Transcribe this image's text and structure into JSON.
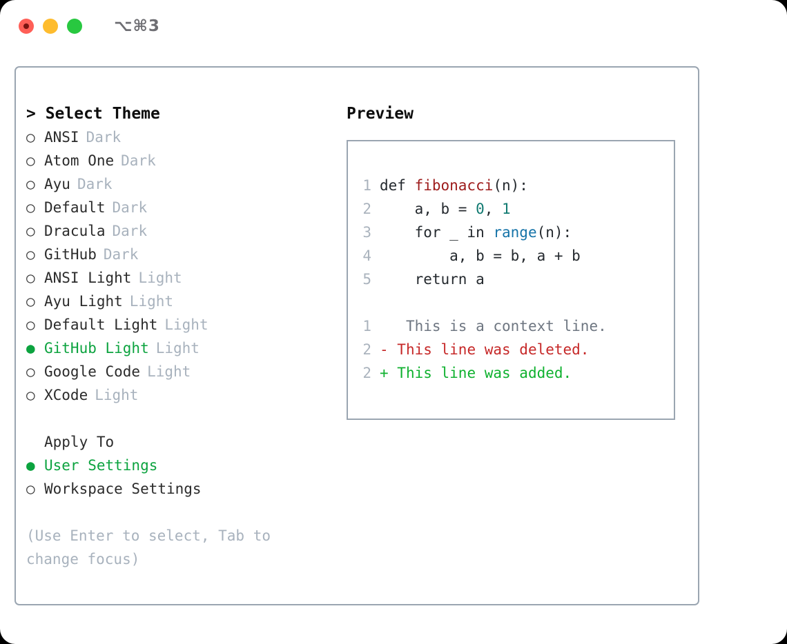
{
  "window": {
    "title": "⌥⌘3",
    "traffic_lights": [
      {
        "name": "close",
        "color": "#ff5f57"
      },
      {
        "name": "minimize",
        "color": "#febc2e"
      },
      {
        "name": "maximize",
        "color": "#28c840"
      }
    ]
  },
  "colors": {
    "accent_selected": "#0ca33f",
    "muted_tag": "#a8b2bd",
    "border": "#9aa5b1",
    "text": "#2b2b2b",
    "diff_add": "#0fb12f",
    "diff_del": "#c62828",
    "diff_ctx": "#6e7681",
    "syntax_function": "#9d1b1b",
    "syntax_number": "#117a71",
    "syntax_call": "#1573a8"
  },
  "theme_panel": {
    "header": "> Select Theme",
    "markers": {
      "selected": "●",
      "unselected": "○"
    },
    "items": [
      {
        "label": "ANSI",
        "tag": "Dark",
        "selected": false
      },
      {
        "label": "Atom One",
        "tag": "Dark",
        "selected": false
      },
      {
        "label": "Ayu",
        "tag": "Dark",
        "selected": false
      },
      {
        "label": "Default",
        "tag": "Dark",
        "selected": false
      },
      {
        "label": "Dracula",
        "tag": "Dark",
        "selected": false
      },
      {
        "label": "GitHub",
        "tag": "Dark",
        "selected": false
      },
      {
        "label": "ANSI Light",
        "tag": "Light",
        "selected": false
      },
      {
        "label": "Ayu Light",
        "tag": "Light",
        "selected": false
      },
      {
        "label": "Default Light",
        "tag": "Light",
        "selected": false
      },
      {
        "label": "GitHub Light",
        "tag": "Light",
        "selected": true
      },
      {
        "label": "Google Code",
        "tag": "Light",
        "selected": false
      },
      {
        "label": "XCode",
        "tag": "Light",
        "selected": false
      }
    ]
  },
  "apply_to": {
    "header": "Apply To",
    "items": [
      {
        "label": "User Settings",
        "selected": true
      },
      {
        "label": "Workspace Settings",
        "selected": false
      }
    ]
  },
  "hint": "(Use Enter to select, Tab to change focus)",
  "preview": {
    "header": "Preview",
    "code_lines": [
      {
        "lineno": "1",
        "tokens": [
          {
            "text": "def ",
            "kind": "plain"
          },
          {
            "text": "fibonacci",
            "kind": "func"
          },
          {
            "text": "(n):",
            "kind": "plain"
          }
        ]
      },
      {
        "lineno": "2",
        "tokens": [
          {
            "text": "    a, b = ",
            "kind": "plain"
          },
          {
            "text": "0",
            "kind": "num"
          },
          {
            "text": ", ",
            "kind": "plain"
          },
          {
            "text": "1",
            "kind": "num"
          }
        ]
      },
      {
        "lineno": "3",
        "tokens": [
          {
            "text": "    for _ in ",
            "kind": "plain"
          },
          {
            "text": "range",
            "kind": "call"
          },
          {
            "text": "(n):",
            "kind": "plain"
          }
        ]
      },
      {
        "lineno": "4",
        "tokens": [
          {
            "text": "        a, b = b, a + b",
            "kind": "plain"
          }
        ]
      },
      {
        "lineno": "5",
        "tokens": [
          {
            "text": "    return a",
            "kind": "plain"
          }
        ]
      }
    ],
    "diff_lines": [
      {
        "lineno": "1",
        "sign": " ",
        "text": "  This is a context line.",
        "kind": "ctx"
      },
      {
        "lineno": "2",
        "sign": "-",
        "text": " This line was deleted.",
        "kind": "del"
      },
      {
        "lineno": "2",
        "sign": "+",
        "text": " This line was added.",
        "kind": "add"
      }
    ]
  }
}
